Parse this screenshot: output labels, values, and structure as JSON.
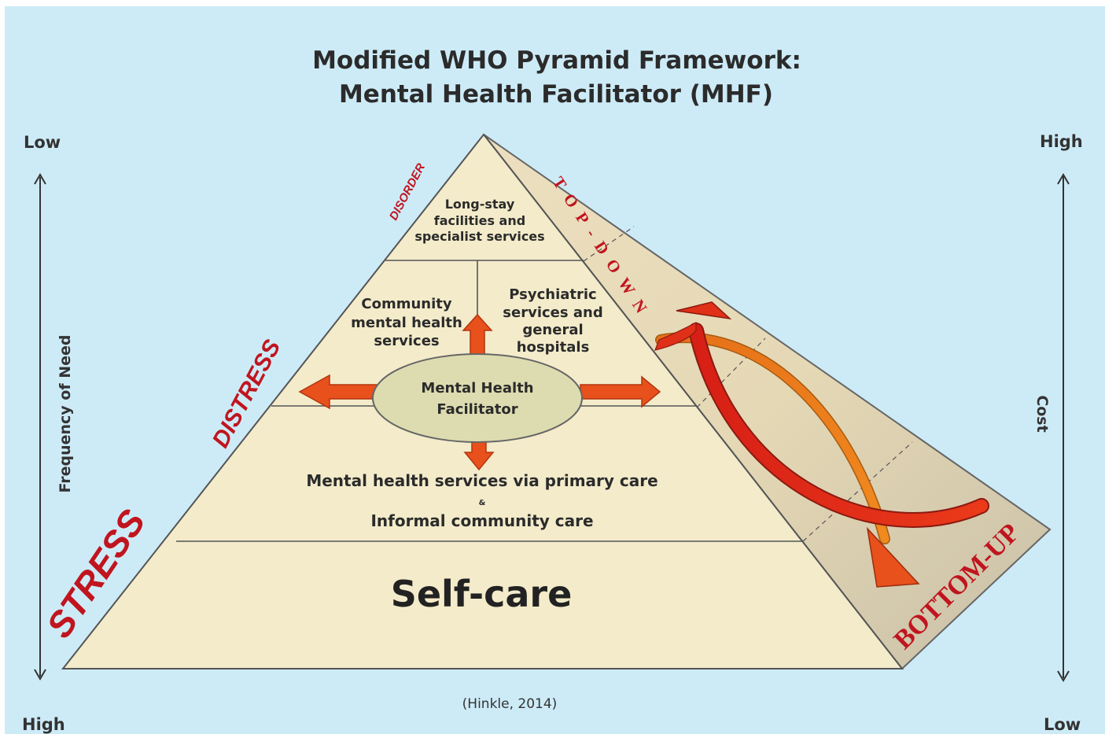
{
  "title": {
    "line1": "Modified WHO Pyramid Framework:",
    "line2": "Mental Health Facilitator (MHF)"
  },
  "left_axis": {
    "top": "Low",
    "bottom": "High",
    "label": "Frequency of Need"
  },
  "right_axis": {
    "top": "High",
    "bottom": "Low",
    "label": "Cost"
  },
  "levels": {
    "disorder": "DISORDER",
    "distress": "DISTRESS",
    "stress": "STRESS"
  },
  "tiers": {
    "top": [
      "Long-stay",
      "facilities and",
      "specialist services"
    ],
    "community": [
      "Community",
      "mental health",
      "services"
    ],
    "psychiatric": [
      "Psychiatric",
      "services and",
      "general",
      "hospitals"
    ],
    "facilitator": [
      "Mental Health",
      "Facilitator"
    ],
    "primary_care_line1": "Mental health services  via primary care",
    "primary_care_amp": "&",
    "primary_care_line2": "Informal community  care",
    "self_care": "Self-care"
  },
  "flow": {
    "top_down": "TOP-DOWN",
    "bottom_up": "BOTTOM-UP"
  },
  "citation": "(Hinkle, 2014)",
  "colors": {
    "background": "#cdebf7",
    "pyramid_face": "#f3ebca",
    "pyramid_side": "#e6d9b9",
    "arrow_orange": "#e8501c",
    "ellipse": "#dddcb0",
    "accent_red": "#c0151f"
  }
}
